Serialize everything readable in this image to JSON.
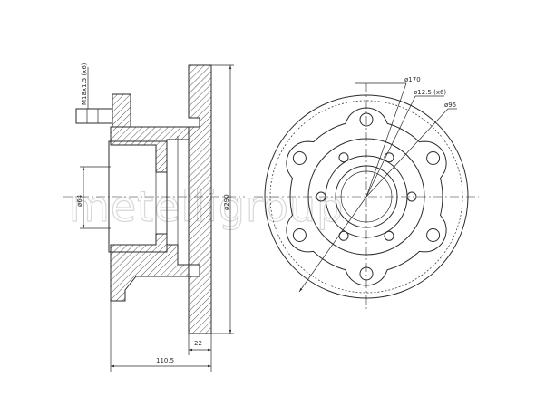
{
  "watermark": "metelligroup",
  "dimensions": {
    "stud": "M18x1.5 (x6)",
    "hub_bore": "ø64",
    "disc_diameter": "ø290",
    "width": "22",
    "height": "110.5",
    "pcd_outer": "ø170",
    "holes": "ø12.5 (x6)",
    "pcd_inner": "ø95"
  }
}
